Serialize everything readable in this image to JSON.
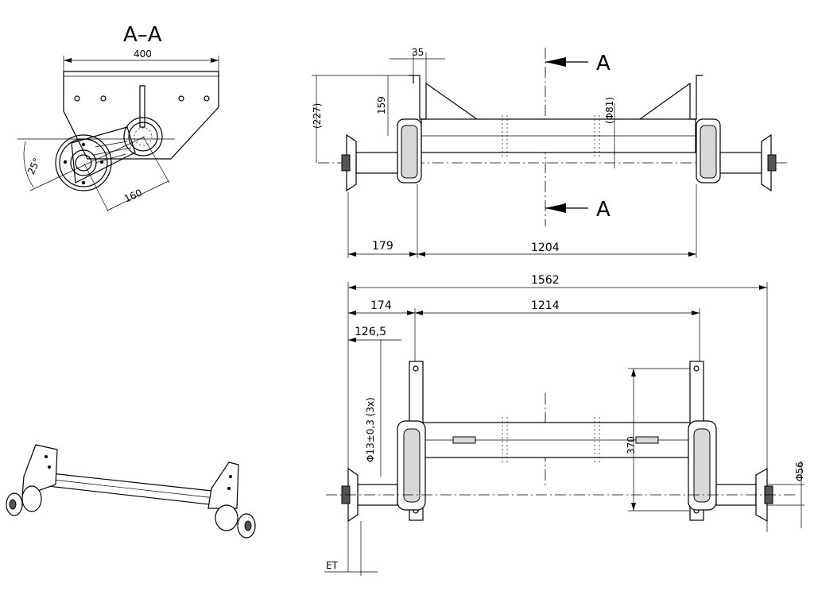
{
  "section_view": {
    "title": "A–A",
    "width_400": "400",
    "angle_25": "25°",
    "dist_160": "160"
  },
  "top_view": {
    "dim_35": "35",
    "dim_227": "(227)",
    "dim_159": "159",
    "dia_81": "(Φ81)",
    "dim_179": "179",
    "dim_1204": "1204",
    "section_marker_top": "A",
    "section_marker_bottom": "A"
  },
  "front_view": {
    "dim_1562": "1562",
    "dim_174": "174",
    "dim_1214": "1214",
    "dim_126_5": "126,5",
    "hole_dia": "Φ13±0,3 (3x)",
    "dim_370": "370",
    "dia_56": "Φ56",
    "et": "ET"
  }
}
